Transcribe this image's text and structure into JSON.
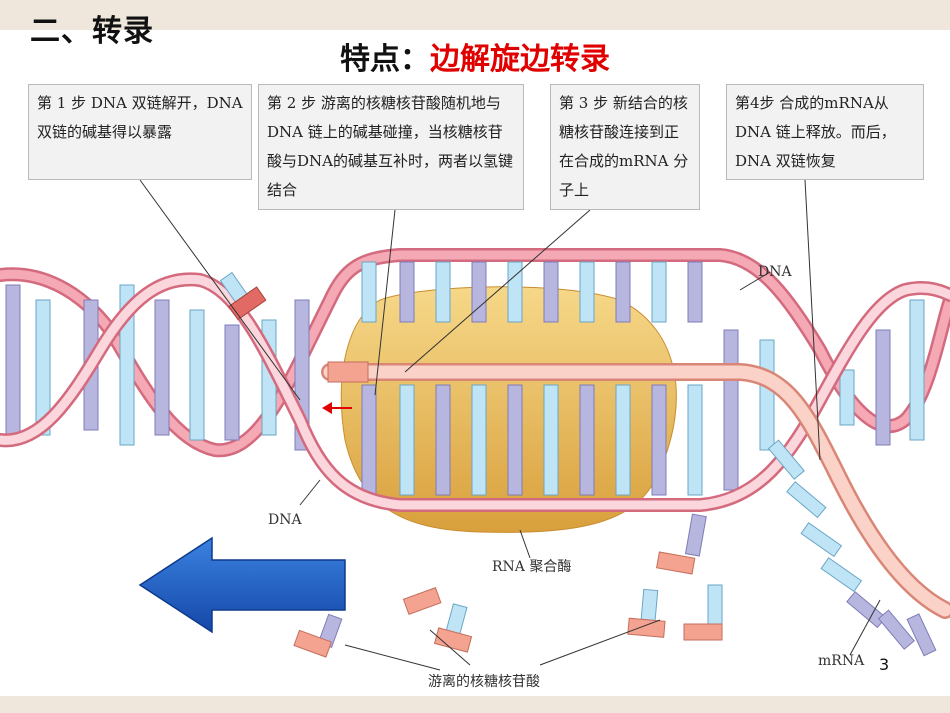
{
  "slide": {
    "title": "二、转录",
    "subtitle_label": "特点：",
    "subtitle_value": "边解旋边转录",
    "page_number": "3"
  },
  "steps": [
    {
      "text": "第 1 步 DNA 双链解开，DNA 双链的碱基得以暴露"
    },
    {
      "text": "第 2 步 游离的核糖核苷酸随机地与 DNA 链上的碱基碰撞，当核糖核苷酸与DNA的碱基互补时，两者以氢键结合"
    },
    {
      "text": "第 3 步 新结合的核糖核苷酸连接到正在合成的mRNA 分子上"
    },
    {
      "text": "第4步 合成的mRNA从 DNA 链上释放。而后，DNA 双链恢复"
    }
  ],
  "diagram_labels": {
    "dna_top": "DNA",
    "dna_bottom": "DNA",
    "rna_polymerase": "RNA 聚合酶",
    "free_nucleotides": "游离的核糖核苷酸",
    "mrna": "mRNA"
  },
  "colors": {
    "strand_pink": "#f4a9b4",
    "strand_dark": "#d46a7e",
    "base_purple": "#b7b6df",
    "base_blue": "#bfe4f5",
    "enzyme_gold": "#e7b95a",
    "nucleotide_salmon": "#f3a38f",
    "arrow_blue": "#1f62c4",
    "accent_red": "#e00000"
  }
}
